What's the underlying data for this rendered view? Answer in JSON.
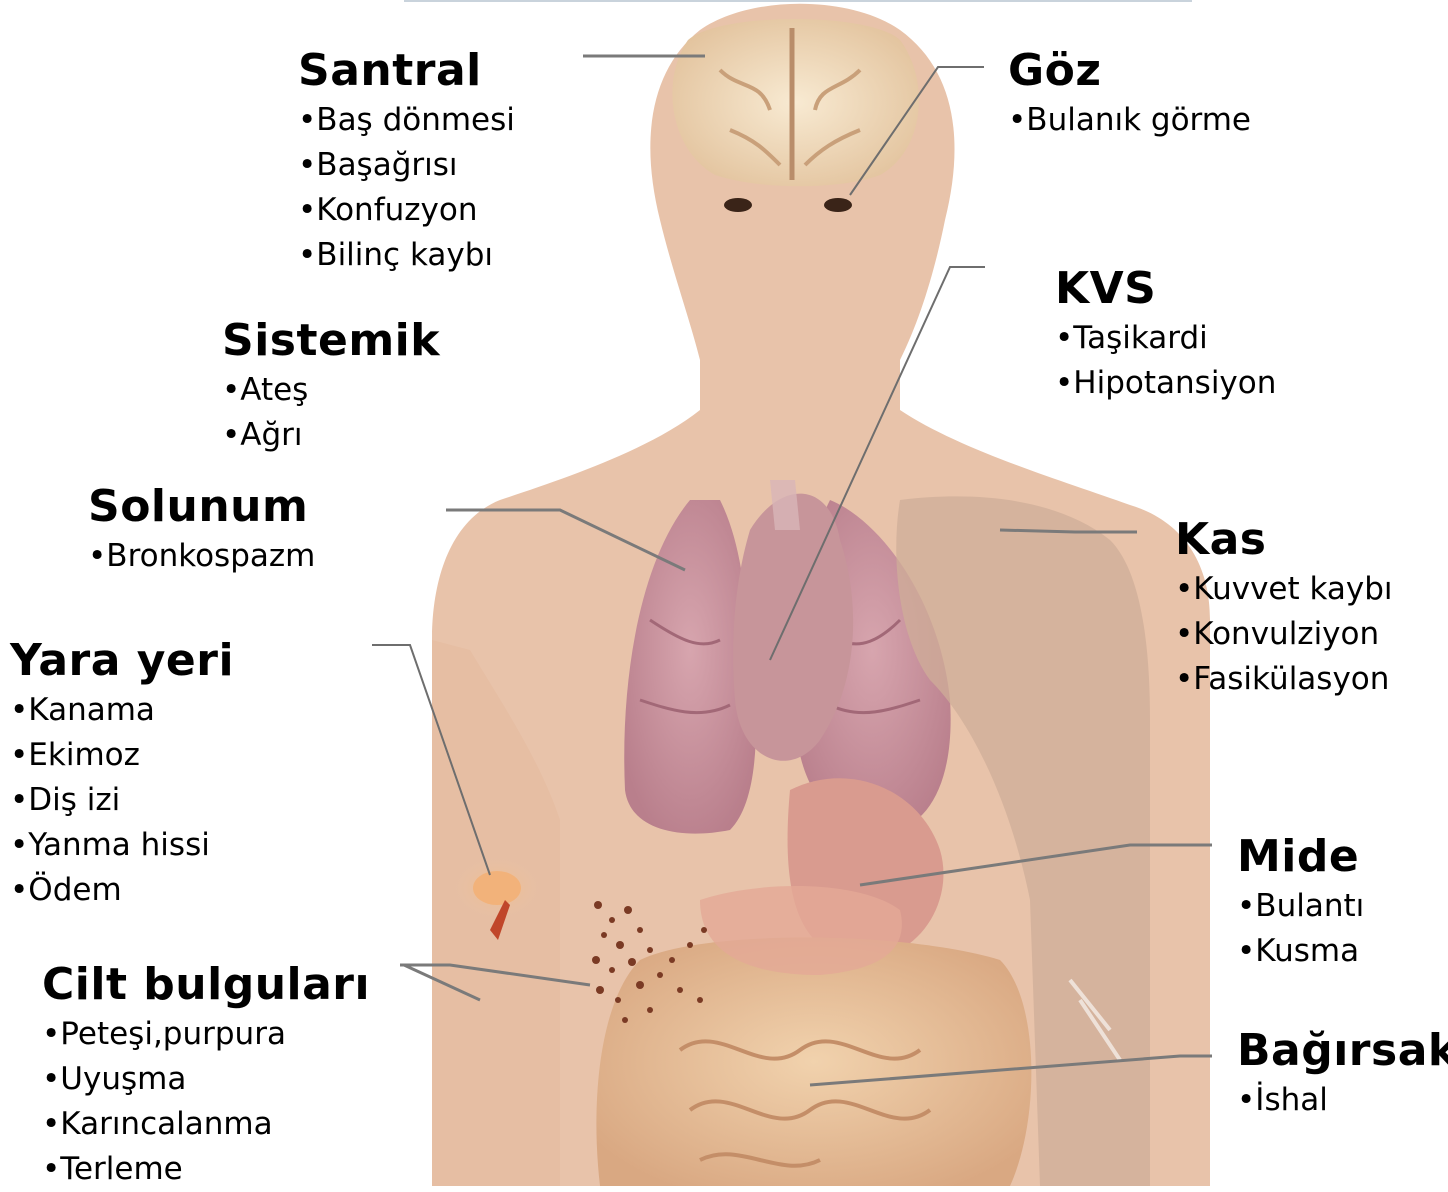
{
  "groups": {
    "santral": {
      "title": "Santral",
      "items": [
        "Baş dönmesi",
        "Başağrısı",
        "Konfuzyon",
        "Bilinç kaybı"
      ]
    },
    "goz": {
      "title": "Göz",
      "items": [
        "Bulanık görme"
      ]
    },
    "kvs": {
      "title": "KVS",
      "items": [
        "Taşikardi",
        "Hipotansiyon"
      ]
    },
    "sistemik": {
      "title": "Sistemik",
      "items": [
        "Ateş",
        "Ağrı"
      ]
    },
    "solunum": {
      "title": "Solunum",
      "items": [
        "Bronkospazm"
      ]
    },
    "kas": {
      "title": "Kas",
      "items": [
        "Kuvvet kaybı",
        "Konvulziyon",
        "Fasikülasyon"
      ]
    },
    "yara_yeri": {
      "title": "Yara yeri",
      "items": [
        "Kanama",
        "Ekimoz",
        "Diş izi",
        "Yanma hissi",
        "Ödem"
      ]
    },
    "mide": {
      "title": "Mide",
      "items": [
        "Bulantı",
        "Kusma"
      ]
    },
    "cilt": {
      "title": "Cilt bulguları",
      "items": [
        "Peteşi,purpura",
        "Uyuşma",
        "Karıncalanma",
        "Terleme"
      ]
    },
    "bagirsak": {
      "title": "Bağırsak",
      "items": [
        "İshal"
      ]
    }
  },
  "colors": {
    "skin": "#e8c3aa",
    "lung": "#c9909e",
    "heart": "#b9868a",
    "muscle": "#cfae98",
    "intestine": "#e9c29e",
    "brain": "#f2dcc0",
    "wound": "#f0b07a",
    "leader_line": "#7a7a7a"
  }
}
